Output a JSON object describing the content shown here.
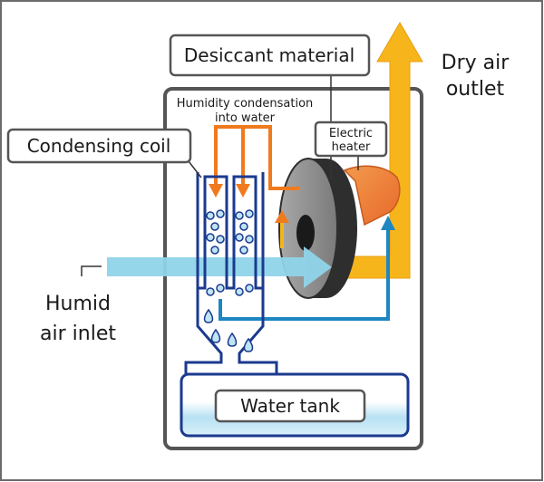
{
  "labels": {
    "desiccant_material": "Desiccant material",
    "dry_air_line1": "Dry air",
    "dry_air_line2": "outlet",
    "humidity_line1": "Humidity condensation",
    "humidity_line2": "into water",
    "electric_line1": "Electric",
    "electric_line2": "heater",
    "condensing_coil": "Condensing coil",
    "humid_line1": "Humid",
    "humid_line2": "air inlet",
    "water_tank": "Water tank"
  },
  "colors": {
    "housing": "#555555",
    "coil_blue": "#1b3a8f",
    "inlet_air": "#8fd4ea",
    "warm_orange": "#f07a1e",
    "dry_air_yellow": "#f7b51c",
    "desiccant_gray": "#8f8f8f",
    "return_blue": "#1e86c0",
    "water_blue": "#bfe4f5"
  }
}
